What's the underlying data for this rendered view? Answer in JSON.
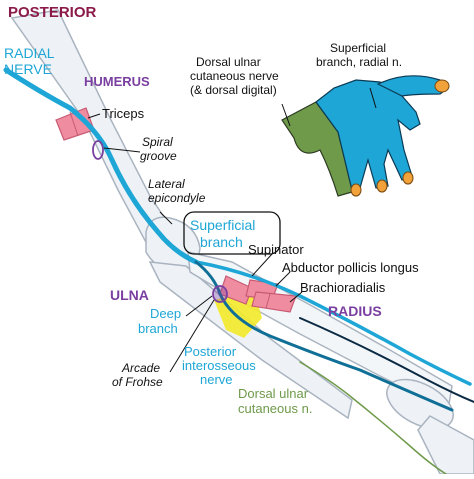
{
  "colors": {
    "background": "#ffffff",
    "title": "#8b1a4a",
    "nerve": "#1ea6d6",
    "nerve_dark": "#0f6f96",
    "bone_fill": "#eef2f6",
    "bone_stroke": "#aab4c0",
    "muscle": "#f08ca0",
    "muscle_stroke": "#c75a72",
    "region_purple": "#7a3fa0",
    "dorsal_ulnar_green": "#6e9a4a",
    "fingertip_orange": "#f2a23a",
    "yellow_region": "#f2ea2a",
    "text_dark": "#111111"
  },
  "title": "POSTERIOR",
  "labels": {
    "radial_nerve_line1": "RADIAL",
    "radial_nerve_line2": "NERVE",
    "humerus": "HUMERUS",
    "triceps": "Triceps",
    "spiral_groove_line1": "Spiral",
    "spiral_groove_line2": "groove",
    "lateral_epicondyle_line1": "Lateral",
    "lateral_epicondyle_line2": "epicondyle",
    "superficial_branch_line1": "Superficial",
    "superficial_branch_line2": "branch",
    "supinator": "Supinator",
    "abductor_pollicis_longus": "Abductor pollicis longus",
    "brachioradialis": "Brachioradialis",
    "ulna": "ULNA",
    "radius": "RADIUS",
    "deep_branch_line1": "Deep",
    "deep_branch_line2": "branch",
    "arcade_line1": "Arcade",
    "arcade_line2": "of Frohse",
    "posterior_interosseous_line1": "Posterior",
    "posterior_interosseous_line2": "interosseous",
    "posterior_interosseous_line3": "nerve",
    "dorsal_ulnar_bottom_line1": "Dorsal ulnar",
    "dorsal_ulnar_bottom_line2": "cutaneous n.",
    "hand_dorsal_ulnar_line1": "Dorsal ulnar",
    "hand_dorsal_ulnar_line2": "cutaneous nerve",
    "hand_dorsal_ulnar_line3": "(& dorsal digital)",
    "hand_superficial_line1": "Superficial",
    "hand_superficial_line2": "branch, radial n."
  }
}
